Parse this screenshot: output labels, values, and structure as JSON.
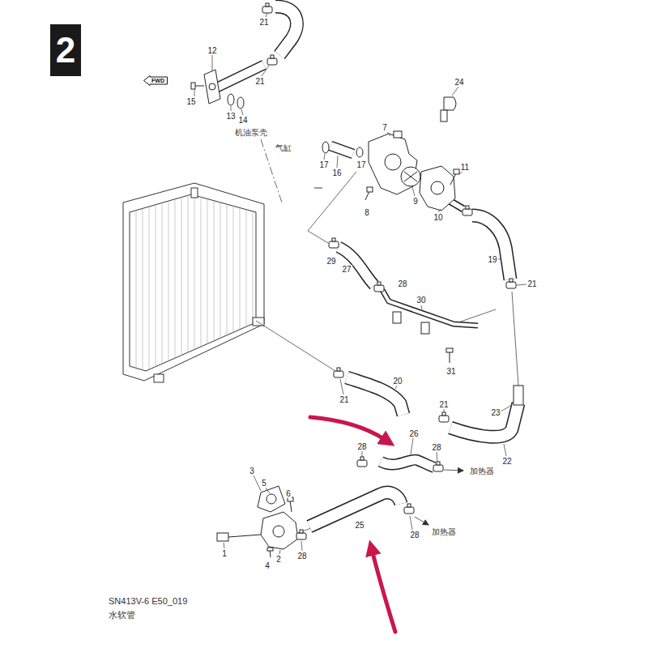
{
  "diagram": {
    "nodes": [
      {
        "text": [
          "2"
        ]
      },
      {
        "text": [
          "FWD"
        ]
      }
    ],
    "labels": [
      "21",
      "12",
      "21",
      "15",
      "13",
      "14",
      "机油泵壳",
      "气缸",
      "24",
      "7",
      "17",
      "16",
      "17",
      "11",
      "8",
      "9",
      "10",
      "29",
      "27",
      "28",
      "19",
      "21",
      "30",
      "31",
      "20",
      "21",
      "21",
      "23",
      "26",
      "28",
      "28",
      "加热器",
      "22",
      "3",
      "5",
      "6",
      "25",
      "加热器",
      "28",
      "1",
      "4",
      "2",
      "28",
      "SN413V-6 E50_019",
      "水软管"
    ]
  }
}
